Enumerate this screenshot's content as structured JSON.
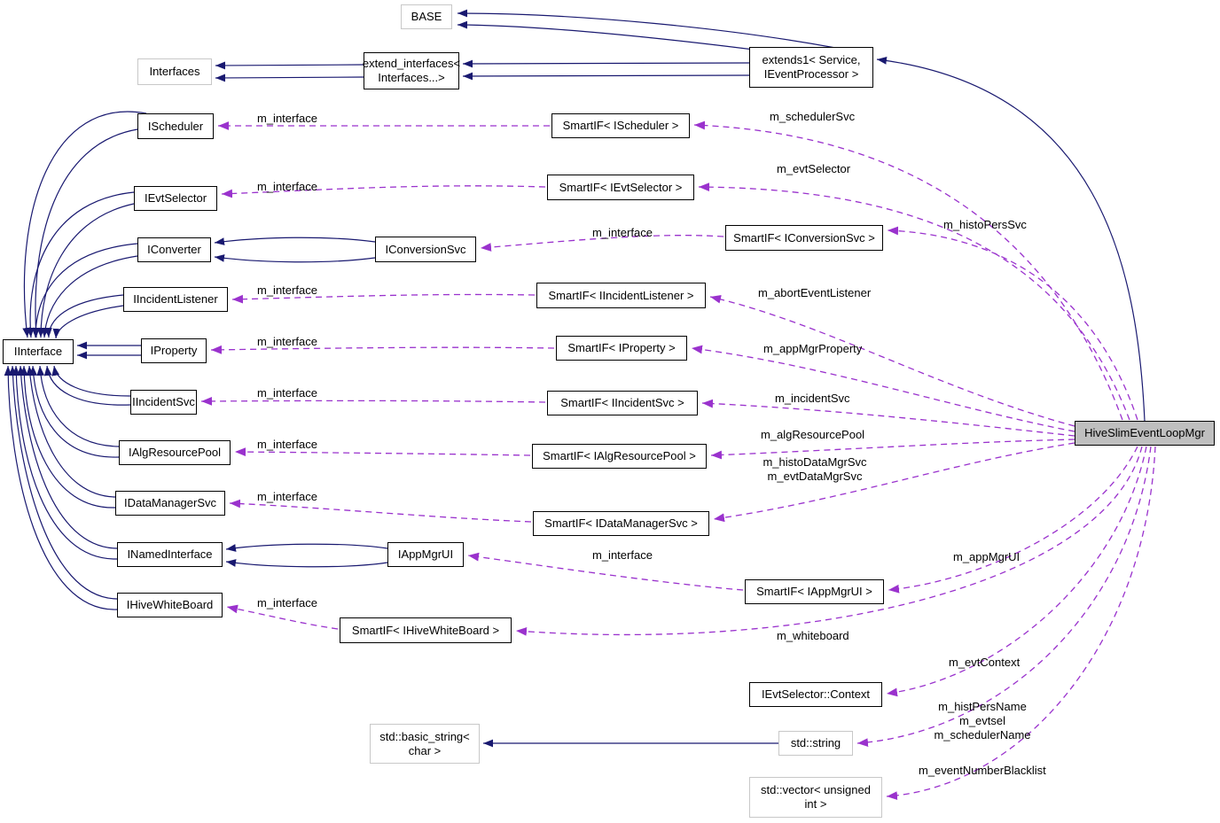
{
  "diagram_type": "doxygen-collaboration-graph",
  "colors": {
    "solid_edge": "#191970",
    "dashed_edge": "#9a32cd",
    "node_fill": "#ffffff",
    "main_node_fill": "#bfbfbf",
    "node_border": "#000000",
    "external_node_border": "#c8c8c8"
  },
  "nodes": {
    "base": {
      "label": "BASE"
    },
    "interfaces": {
      "label": "Interfaces"
    },
    "extend_interfaces": {
      "label": "extend_interfaces<\nInterfaces...>"
    },
    "extends1": {
      "label": "extends1< Service,\nIEventProcessor >"
    },
    "iinterface": {
      "label": "IInterface"
    },
    "ischeduler": {
      "label": "IScheduler"
    },
    "smartif_ischeduler": {
      "label": "SmartIF< IScheduler >"
    },
    "ievtselector": {
      "label": "IEvtSelector"
    },
    "smartif_ievtselector": {
      "label": "SmartIF< IEvtSelector >"
    },
    "iconverter": {
      "label": "IConverter"
    },
    "iconversionsvc": {
      "label": "IConversionSvc"
    },
    "smartif_iconversionsvc": {
      "label": "SmartIF< IConversionSvc >"
    },
    "iincidentlistener": {
      "label": "IIncidentListener"
    },
    "smartif_iincidentlistener": {
      "label": "SmartIF< IIncidentListener >"
    },
    "iproperty": {
      "label": "IProperty"
    },
    "smartif_iproperty": {
      "label": "SmartIF< IProperty >"
    },
    "iincidentsvc": {
      "label": "IIncidentSvc"
    },
    "smartif_iincidentsvc": {
      "label": "SmartIF< IIncidentSvc >"
    },
    "ialgresourcepool": {
      "label": "IAlgResourcePool"
    },
    "smartif_ialgresourcepool": {
      "label": "SmartIF< IAlgResourcePool >"
    },
    "idatamanagersvc": {
      "label": "IDataManagerSvc"
    },
    "smartif_idatamanagersvc": {
      "label": "SmartIF< IDataManagerSvc >"
    },
    "inamedinterface": {
      "label": "INamedInterface"
    },
    "iappmgrui": {
      "label": "IAppMgrUI"
    },
    "smartif_iappmgrui": {
      "label": "SmartIF< IAppMgrUI >"
    },
    "ihivewhiteboard": {
      "label": "IHiveWhiteBoard"
    },
    "smartif_ihivewhiteboard": {
      "label": "SmartIF< IHiveWhiteBoard >"
    },
    "ievtselector_context": {
      "label": "IEvtSelector::Context"
    },
    "std_basic_string": {
      "label": "std::basic_string<\nchar >"
    },
    "std_string": {
      "label": "std::string"
    },
    "std_vector": {
      "label": "std::vector< unsigned\nint >"
    },
    "hiveslim": {
      "label": "HiveSlimEventLoopMgr"
    }
  },
  "edges": [
    {
      "from": "smartif_ischeduler",
      "to": "ischeduler",
      "label": "m_interface",
      "style": "dashed"
    },
    {
      "from": "smartif_ievtselector",
      "to": "ievtselector",
      "label": "m_interface",
      "style": "dashed"
    },
    {
      "from": "smartif_iconversionsvc",
      "to": "iconversionsvc",
      "label": "m_interface",
      "style": "dashed"
    },
    {
      "from": "smartif_iincidentlistener",
      "to": "iincidentlistener",
      "label": "m_interface",
      "style": "dashed"
    },
    {
      "from": "smartif_iproperty",
      "to": "iproperty",
      "label": "m_interface",
      "style": "dashed"
    },
    {
      "from": "smartif_iincidentsvc",
      "to": "iincidentsvc",
      "label": "m_interface",
      "style": "dashed"
    },
    {
      "from": "smartif_ialgresourcepool",
      "to": "ialgresourcepool",
      "label": "m_interface",
      "style": "dashed"
    },
    {
      "from": "smartif_idatamanagersvc",
      "to": "idatamanagersvc",
      "label": "m_interface",
      "style": "dashed"
    },
    {
      "from": "smartif_iappmgrui",
      "to": "iappmgrui",
      "label": "m_interface",
      "style": "dashed"
    },
    {
      "from": "smartif_ihivewhiteboard",
      "to": "ihivewhiteboard",
      "label": "m_interface",
      "style": "dashed"
    },
    {
      "from": "hiveslim",
      "to": "smartif_ischeduler",
      "label": "m_schedulerSvc",
      "style": "dashed"
    },
    {
      "from": "hiveslim",
      "to": "smartif_ievtselector",
      "label": "m_evtSelector",
      "style": "dashed"
    },
    {
      "from": "hiveslim",
      "to": "smartif_iconversionsvc",
      "label": "m_histoPersSvc",
      "style": "dashed"
    },
    {
      "from": "hiveslim",
      "to": "smartif_iincidentlistener",
      "label": "m_abortEventListener",
      "style": "dashed"
    },
    {
      "from": "hiveslim",
      "to": "smartif_iproperty",
      "label": "m_appMgrProperty",
      "style": "dashed"
    },
    {
      "from": "hiveslim",
      "to": "smartif_iincidentsvc",
      "label": "m_incidentSvc",
      "style": "dashed"
    },
    {
      "from": "hiveslim",
      "to": "smartif_ialgresourcepool",
      "label": "m_algResourcePool",
      "style": "dashed"
    },
    {
      "from": "hiveslim",
      "to": "smartif_idatamanagersvc",
      "label": "m_histoDataMgrSvc\nm_evtDataMgrSvc",
      "style": "dashed"
    },
    {
      "from": "hiveslim",
      "to": "smartif_iappmgrui",
      "label": "m_appMgrUI",
      "style": "dashed"
    },
    {
      "from": "hiveslim",
      "to": "smartif_ihivewhiteboard",
      "label": "m_whiteboard",
      "style": "dashed"
    },
    {
      "from": "hiveslim",
      "to": "ievtselector_context",
      "label": "m_evtContext",
      "style": "dashed"
    },
    {
      "from": "hiveslim",
      "to": "std_string",
      "label": "m_histPersName\nm_evtsel\nm_schedulerName",
      "style": "dashed"
    },
    {
      "from": "hiveslim",
      "to": "std_vector",
      "label": "m_eventNumberBlacklist",
      "style": "dashed"
    },
    {
      "from": "extends1",
      "to": "base",
      "label": "",
      "style": "solid",
      "lines": 2
    },
    {
      "from": "extends1",
      "to": "extend_interfaces",
      "label": "",
      "style": "solid",
      "lines": 2
    },
    {
      "from": "extend_interfaces",
      "to": "interfaces",
      "label": "",
      "style": "solid",
      "lines": 2
    },
    {
      "from": "hiveslim",
      "to": "extends1",
      "label": "",
      "style": "solid",
      "lines": 1
    },
    {
      "from": "iconversionsvc",
      "to": "iconverter",
      "label": "",
      "style": "solid",
      "lines": 2
    },
    {
      "from": "iappmgrui",
      "to": "inamedinterface",
      "label": "",
      "style": "solid",
      "lines": 2
    },
    {
      "from": "std_string",
      "to": "std_basic_string",
      "label": "",
      "style": "solid",
      "lines": 1
    },
    {
      "from": "ischeduler",
      "to": "iinterface",
      "label": "",
      "style": "solid",
      "lines": 2
    },
    {
      "from": "ievtselector",
      "to": "iinterface",
      "label": "",
      "style": "solid",
      "lines": 2
    },
    {
      "from": "iconverter",
      "to": "iinterface",
      "label": "",
      "style": "solid",
      "lines": 2
    },
    {
      "from": "iincidentlistener",
      "to": "iinterface",
      "label": "",
      "style": "solid",
      "lines": 2
    },
    {
      "from": "iproperty",
      "to": "iinterface",
      "label": "",
      "style": "solid",
      "lines": 2
    },
    {
      "from": "iincidentsvc",
      "to": "iinterface",
      "label": "",
      "style": "solid",
      "lines": 2
    },
    {
      "from": "ialgresourcepool",
      "to": "iinterface",
      "label": "",
      "style": "solid",
      "lines": 2
    },
    {
      "from": "idatamanagersvc",
      "to": "iinterface",
      "label": "",
      "style": "solid",
      "lines": 2
    },
    {
      "from": "inamedinterface",
      "to": "iinterface",
      "label": "",
      "style": "solid",
      "lines": 2
    },
    {
      "from": "ihivewhiteboard",
      "to": "iinterface",
      "label": "",
      "style": "solid",
      "lines": 2
    }
  ]
}
